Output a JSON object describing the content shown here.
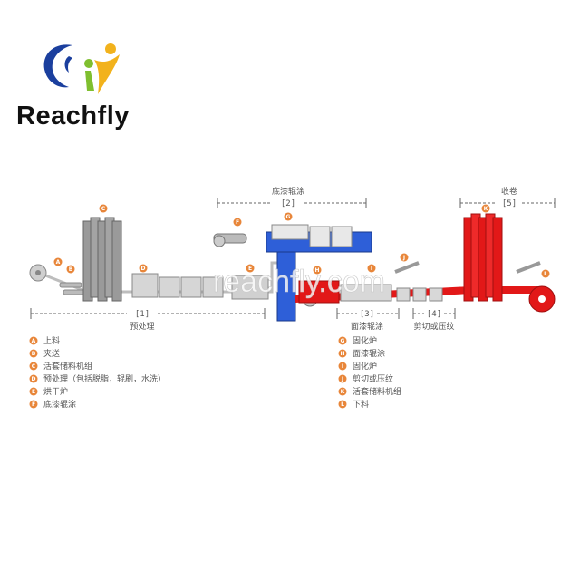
{
  "brand": {
    "name": "Reachfly",
    "watermark": "reachfly.com",
    "colors": {
      "blue": "#1b3f9e",
      "green": "#7fbf2f",
      "yellow": "#f2b21c",
      "dark": "#111111"
    }
  },
  "colors": {
    "marker": "#e8863a",
    "primer": "#2e5fd8",
    "finish": "#e21818",
    "machine": "#bdbdbd",
    "text": "#555555"
  },
  "top_sections": [
    {
      "id": "2",
      "bracket": "[2]",
      "title": "底漆辊涂"
    },
    {
      "id": "5",
      "bracket": "[5]",
      "title": "收卷"
    }
  ],
  "bottom_sections": [
    {
      "id": "1",
      "bracket": "[1]",
      "title": "预处理"
    },
    {
      "id": "3",
      "bracket": "[3]",
      "title": "面漆辊涂"
    },
    {
      "id": "4",
      "bracket": "[4]",
      "title": "剪切或压纹"
    }
  ],
  "markers": {
    "A": "A",
    "B": "B",
    "C": "C",
    "D": "D",
    "E": "E",
    "F": "F",
    "G": "G",
    "H": "H",
    "I": "I",
    "J": "J",
    "K": "K",
    "L": "L"
  },
  "legend_left": [
    {
      "letter": "A",
      "text": "上料"
    },
    {
      "letter": "B",
      "text": "夹送"
    },
    {
      "letter": "C",
      "text": "活套储料机组"
    },
    {
      "letter": "D",
      "text": "预处理（包括脱脂，辊刷，水洗）"
    },
    {
      "letter": "E",
      "text": "烘干炉"
    },
    {
      "letter": "F",
      "text": "底漆辊涂"
    }
  ],
  "legend_right": [
    {
      "letter": "G",
      "text": "固化炉"
    },
    {
      "letter": "H",
      "text": "面漆辊涂"
    },
    {
      "letter": "I",
      "text": "固化炉"
    },
    {
      "letter": "J",
      "text": "剪切或压纹"
    },
    {
      "letter": "K",
      "text": "活套储料机组"
    },
    {
      "letter": "L",
      "text": "下料"
    }
  ]
}
